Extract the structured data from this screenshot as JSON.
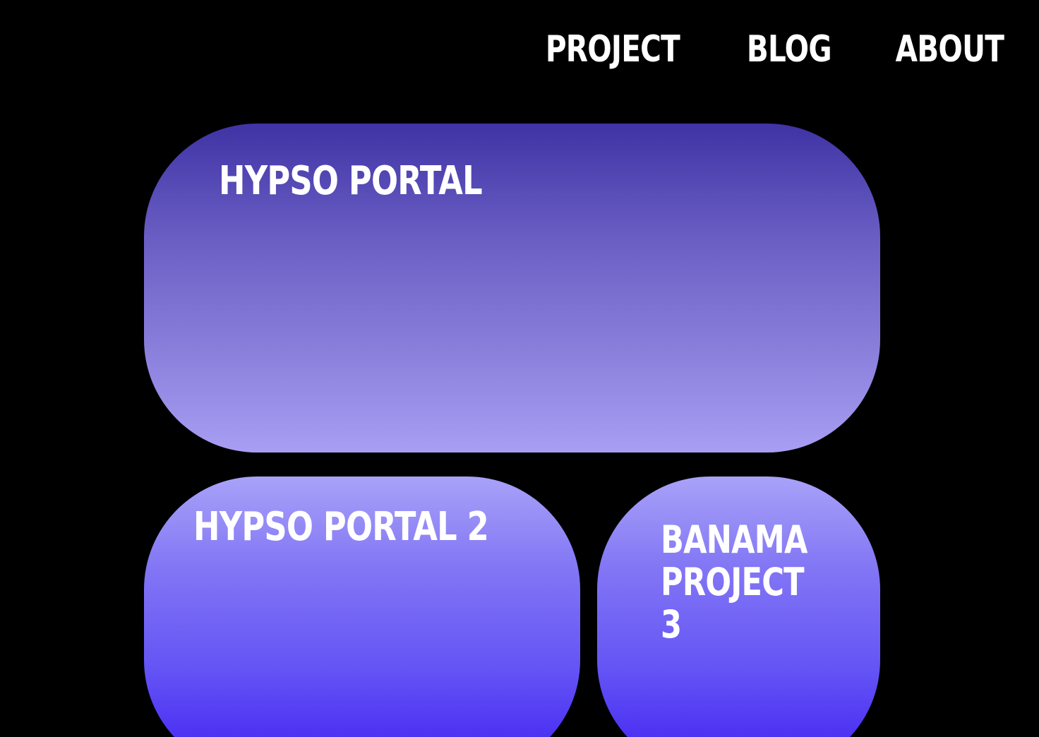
{
  "nav": {
    "items": [
      {
        "label": "PROJECT"
      },
      {
        "label": "BLOG"
      },
      {
        "label": "ABOUT"
      }
    ]
  },
  "projects": [
    {
      "title": "HYPSO PORTAL"
    },
    {
      "title": "HYPSO PORTAL 2"
    },
    {
      "title": "BANAMA\nPROJECT\n3"
    }
  ],
  "colors": {
    "background": "#000000",
    "text": "#ffffff",
    "card_top_gradient_start": "#3f33a5",
    "card_top_gradient_end": "#a89ef3",
    "card_bottom_gradient_start": "#a9a2f8",
    "card_bottom_gradient_end": "#4020f2"
  }
}
